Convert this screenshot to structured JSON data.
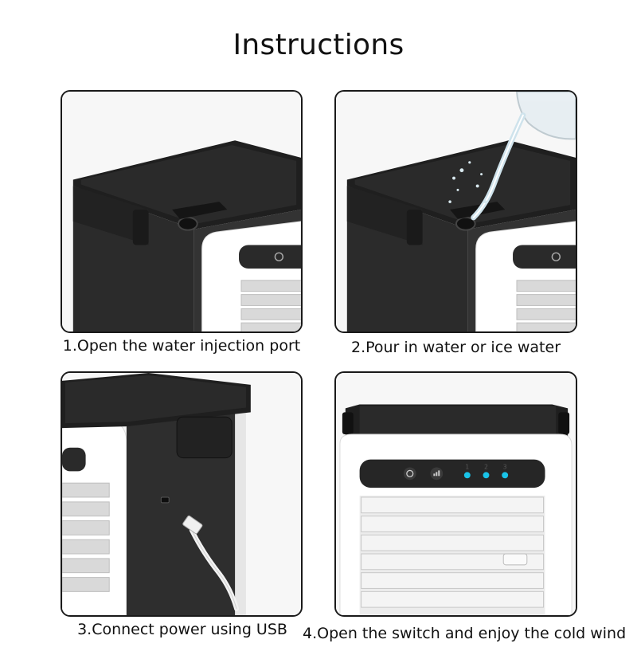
{
  "page": {
    "title": "Instructions"
  },
  "steps": [
    {
      "caption": "1.Open the water injection port"
    },
    {
      "caption": "2.Pour in water or ice water"
    },
    {
      "caption": "3.Connect power using USB"
    },
    {
      "caption": "4.Open the switch and enjoy the cold wind"
    }
  ],
  "control_panel": {
    "speed_labels": [
      "1",
      "2",
      "3"
    ],
    "indicator_color": "#19c3e8"
  },
  "colors": {
    "frame": "#1a1a1a",
    "device_body": "#2a2a2a",
    "device_white": "#ffffff"
  }
}
